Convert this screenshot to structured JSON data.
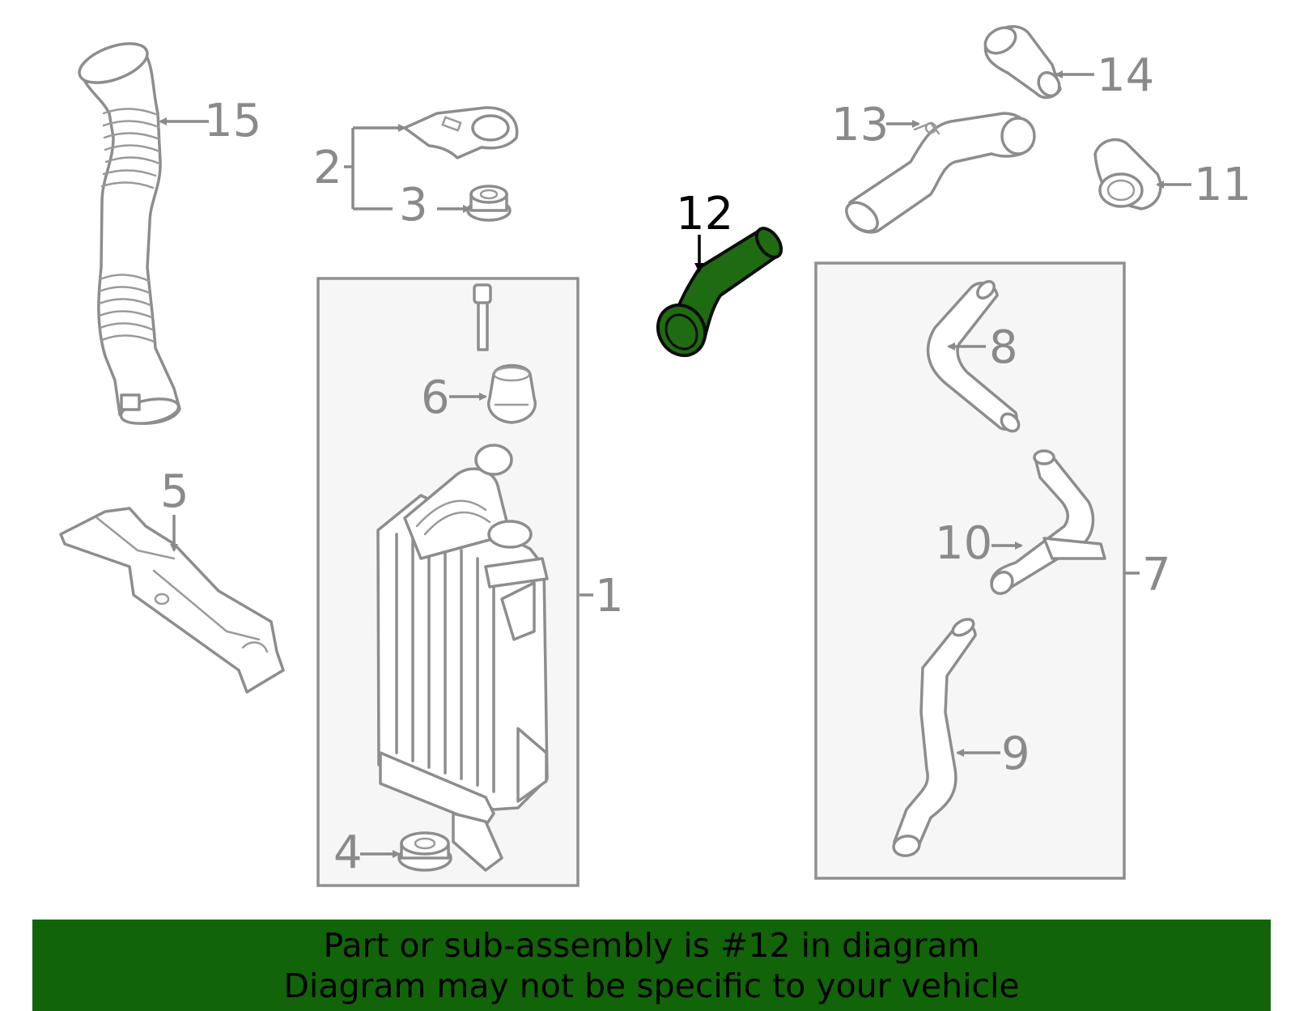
{
  "highlight_color": "#1f6b12",
  "banner_color": "#126409",
  "callouts": {
    "p1": "1",
    "p2": "2",
    "p3": "3",
    "p4": "4",
    "p5": "5",
    "p6": "6",
    "p7": "7",
    "p8": "8",
    "p9": "9",
    "p10": "10",
    "p11": "11",
    "p12": "12",
    "p13": "13",
    "p14": "14",
    "p15": "15"
  },
  "highlighted_part": "12",
  "banner": {
    "line1": "Part or sub-assembly is #12 in diagram",
    "line2": "Diagram may not be specific to your vehicle"
  }
}
